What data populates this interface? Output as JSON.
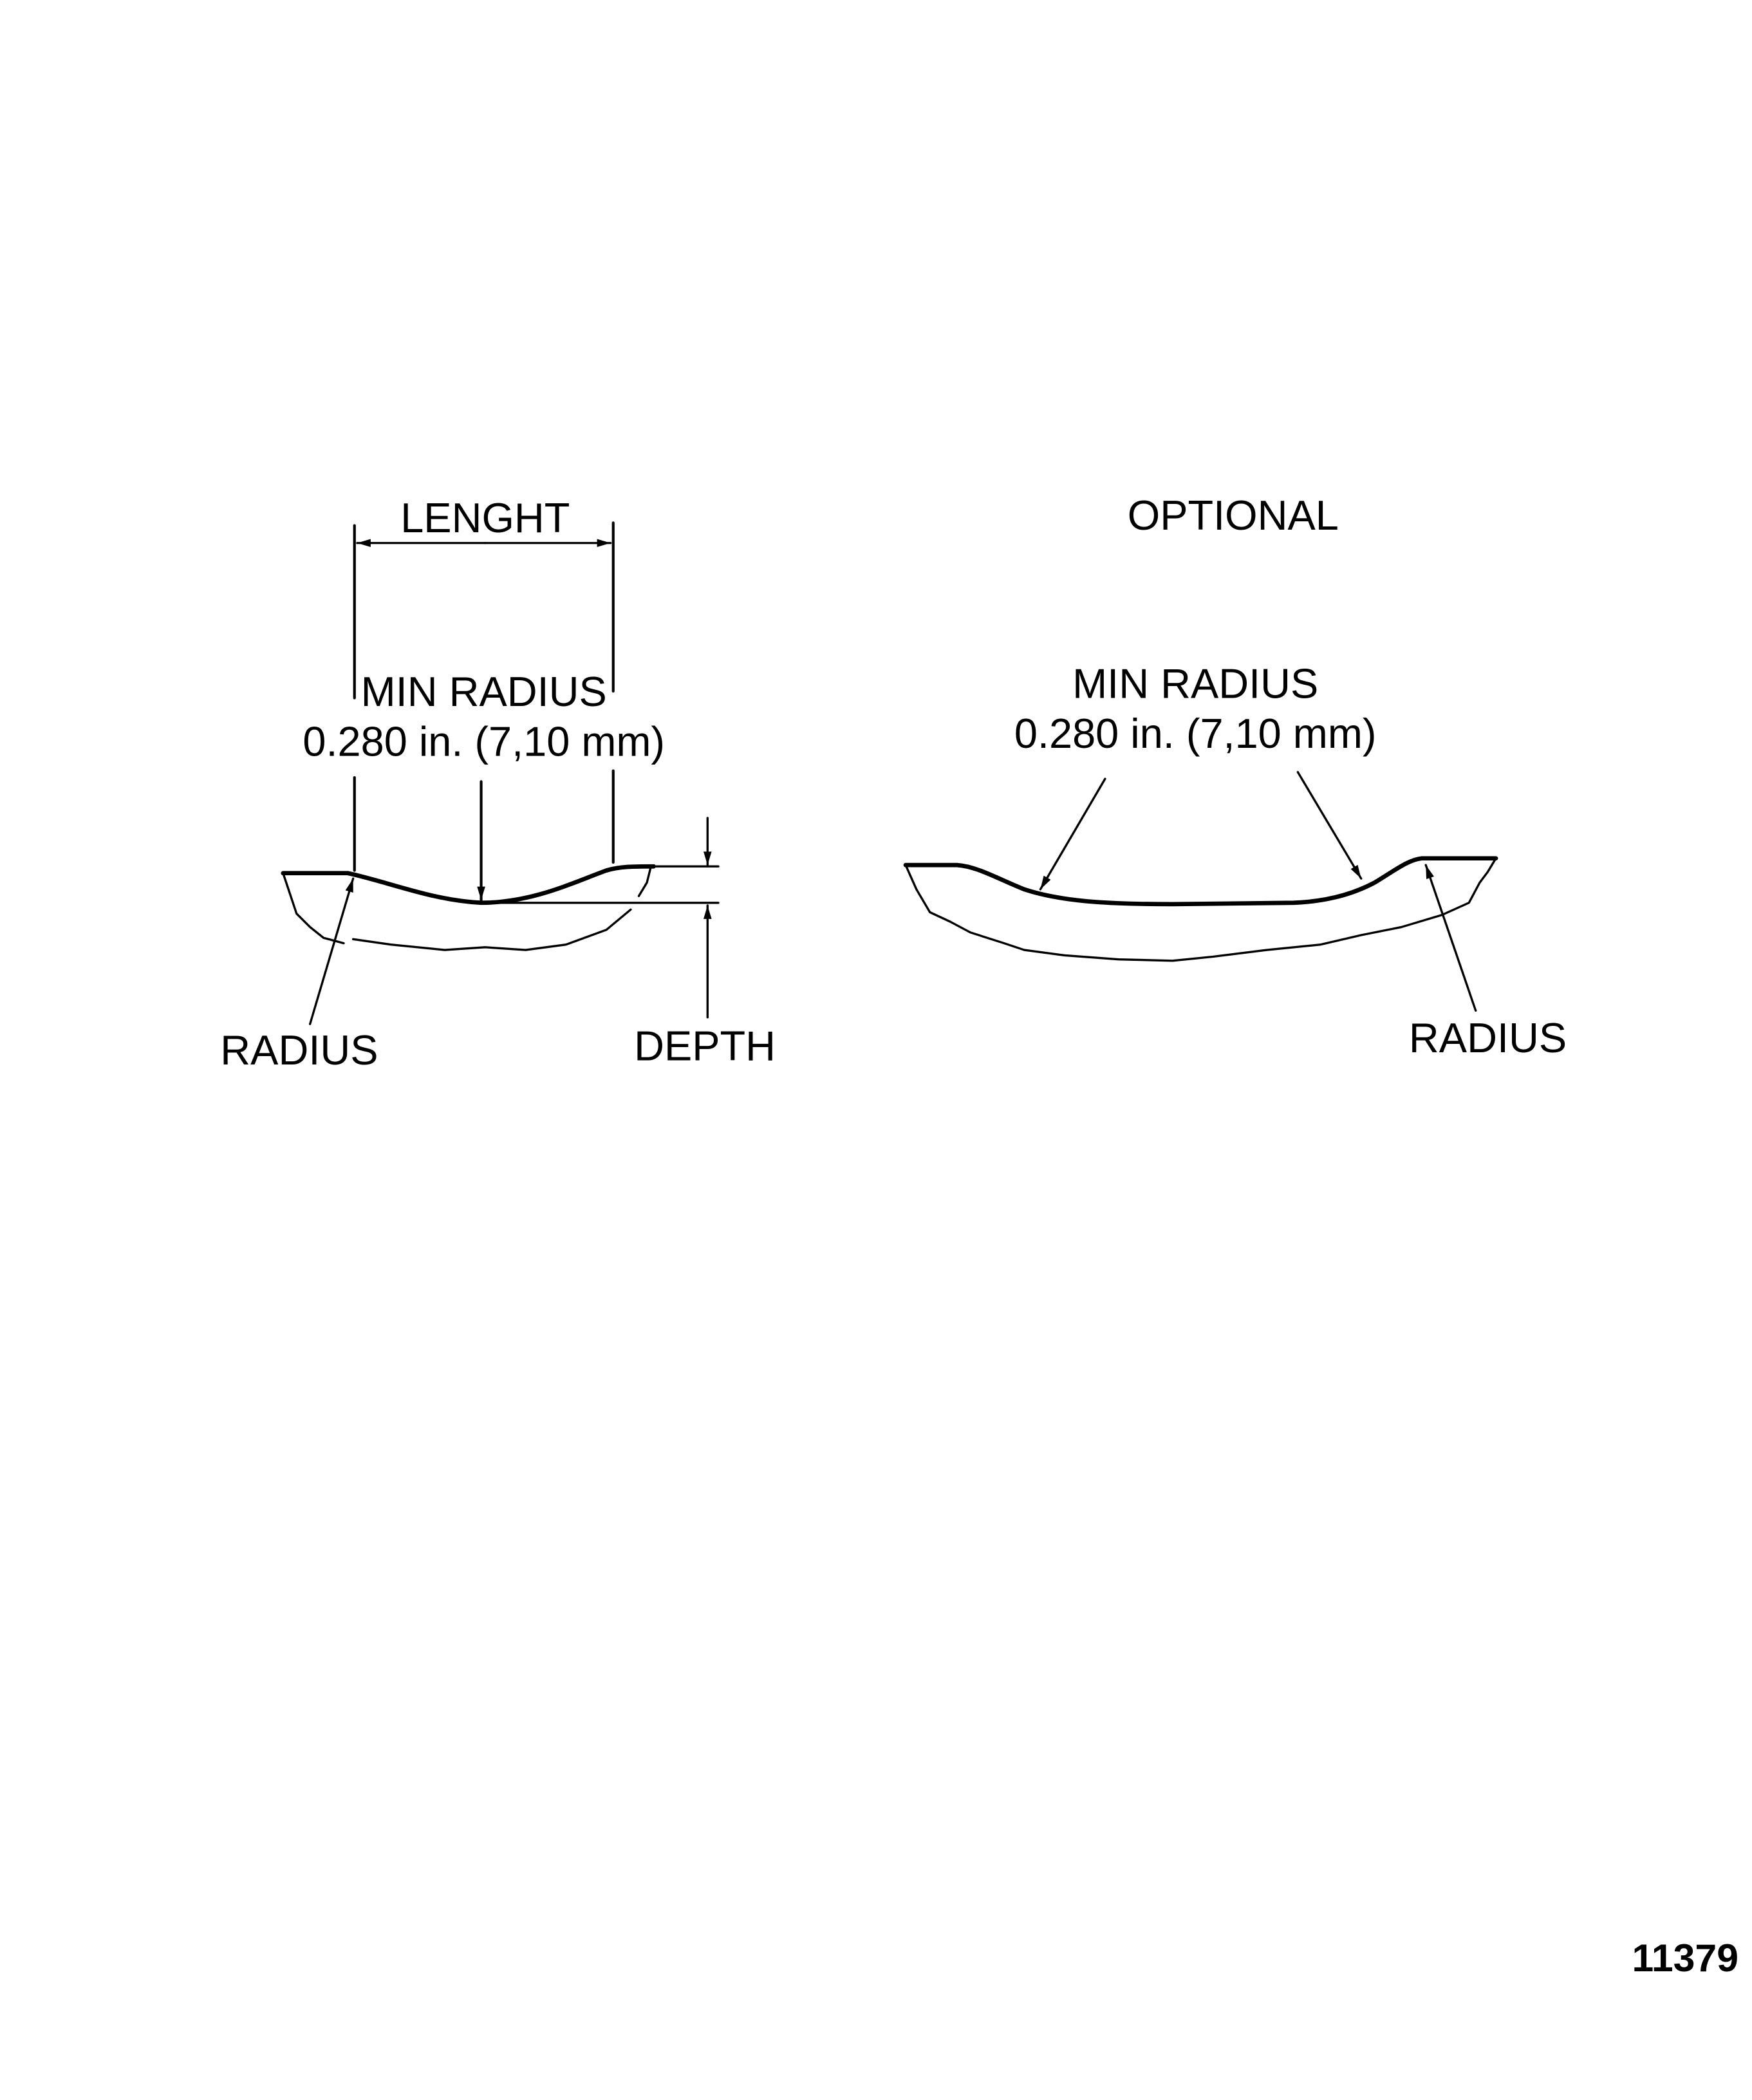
{
  "left_figure": {
    "length_label": "LENGHT",
    "min_radius_label": "MIN RADIUS",
    "min_radius_value": "0.280 in. (7,10 mm)",
    "radius_label": "RADIUS",
    "depth_label": "DEPTH"
  },
  "right_figure": {
    "title": "OPTIONAL",
    "min_radius_label": "MIN RADIUS",
    "min_radius_value": "0.280 in. (7,10 mm)",
    "radius_label": "RADIUS"
  },
  "figure_number": "11379"
}
